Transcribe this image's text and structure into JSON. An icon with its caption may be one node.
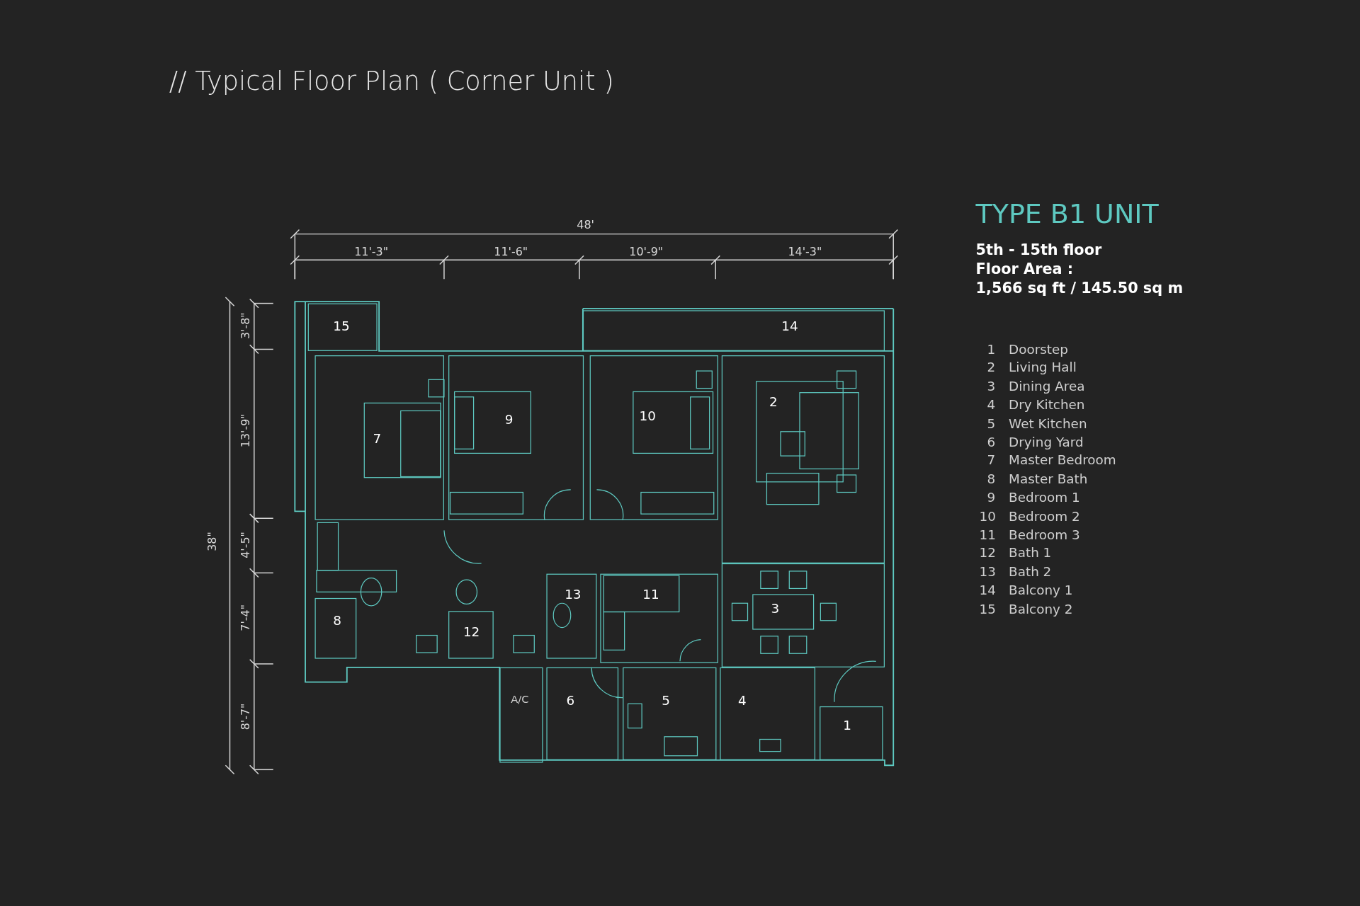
{
  "diagram": {
    "title": "// Typical Floor Plan ( Corner Unit )",
    "nodes": [
      {
        "text": [
          "15"
        ]
      },
      {
        "text": [
          "14"
        ]
      },
      {
        "text": [
          "7"
        ]
      },
      {
        "text": [
          "9"
        ]
      },
      {
        "text": [
          "10"
        ]
      },
      {
        "text": [
          "2"
        ]
      },
      {
        "text": [
          "13"
        ]
      },
      {
        "text": [
          "11"
        ]
      },
      {
        "text": [
          "8"
        ]
      },
      {
        "text": [
          "12"
        ]
      },
      {
        "text": [
          "3"
        ]
      },
      {
        "text": [
          "A/C"
        ]
      },
      {
        "text": [
          "6"
        ]
      },
      {
        "text": [
          "5"
        ]
      },
      {
        "text": [
          "4"
        ]
      },
      {
        "text": [
          "1"
        ]
      }
    ],
    "edges": [],
    "labels": [
      "48'",
      "11'-3\"",
      "11'-6\"",
      "10'-9\"",
      "14'-3\"",
      "38\"",
      "3'-8\"",
      "13'-9\"",
      "4'-5\"",
      "7'-4\"",
      "8'-7\"",
      "TYPE B1 UNIT",
      "5th - 15th floor",
      "Floor Area :",
      "1,566 sq ft / 145.50 sq m",
      "1",
      "Doorstep",
      "2",
      "Living Hall",
      "3",
      "Dining Area",
      "4",
      "Dry Kitchen",
      "5",
      "Wet Kitchen",
      "6",
      "Drying Yard",
      "7",
      "Master Bedroom",
      "8",
      "Master Bath",
      "9",
      "Bedroom 1",
      "10",
      "Bedroom 2",
      "11",
      "Bedroom 3",
      "12",
      "Bath 1",
      "13",
      "Bath 2",
      "14",
      "Balcony 1",
      "15",
      "Balcony 2"
    ]
  }
}
